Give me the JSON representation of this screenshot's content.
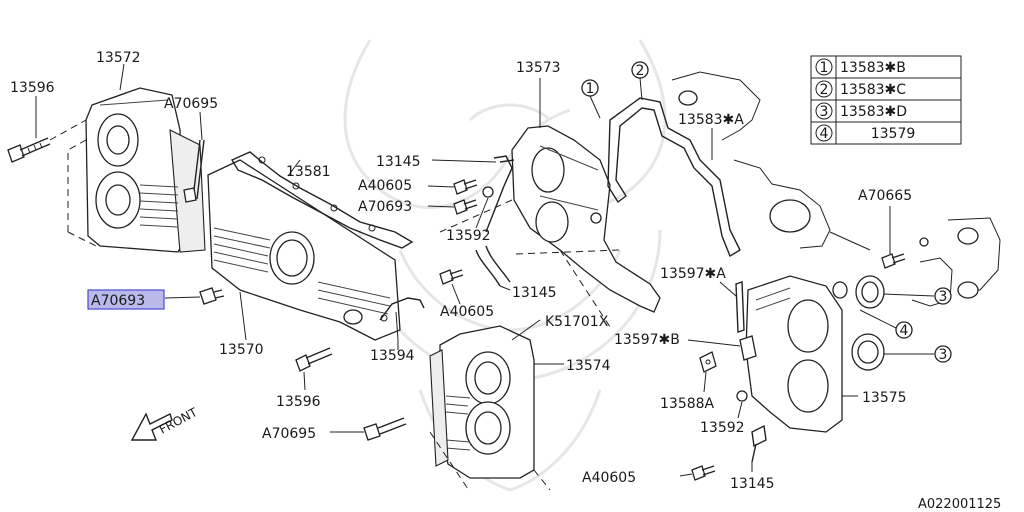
{
  "parts": {
    "p13572": "13572",
    "p13596_top": "13596",
    "pA70695_top": "A70695",
    "p13581": "13581",
    "pA70693_sel": "A70693",
    "p13570": "13570",
    "p13596_bot": "13596",
    "pA70695_bot": "A70695",
    "p13594": "13594",
    "p13573": "13573",
    "p13145_top": "13145",
    "pA40605_top": "A40605",
    "pA70693_mid": "A70693",
    "p13592_mid": "13592",
    "p13145_mid": "13145",
    "pA40605_mid": "A40605",
    "pK51701X": "K51701X",
    "p13574": "13574",
    "p13583A": "13583✱A",
    "p13597A": "13597✱A",
    "p13597B": "13597✱B",
    "p13588A": "13588A",
    "p13592_bot": "13592",
    "pA40605_bot": "A40605",
    "p13145_bot": "13145",
    "p13575": "13575",
    "pA70665": "A70665",
    "callout3a": "3",
    "callout4": "4",
    "callout3b": "3",
    "callout1": "1",
    "callout2": "2"
  },
  "legend": [
    {
      "num": "1",
      "part": "13583✱B"
    },
    {
      "num": "2",
      "part": "13583✱C"
    },
    {
      "num": "3",
      "part": "13583✱D"
    },
    {
      "num": "4",
      "part": "13579"
    }
  ],
  "front_label": "FRONT",
  "diagram_code": "A022001125",
  "selected_part": "A70693",
  "colors": {
    "highlight": "#b9b9ec",
    "ink": "#222222"
  }
}
